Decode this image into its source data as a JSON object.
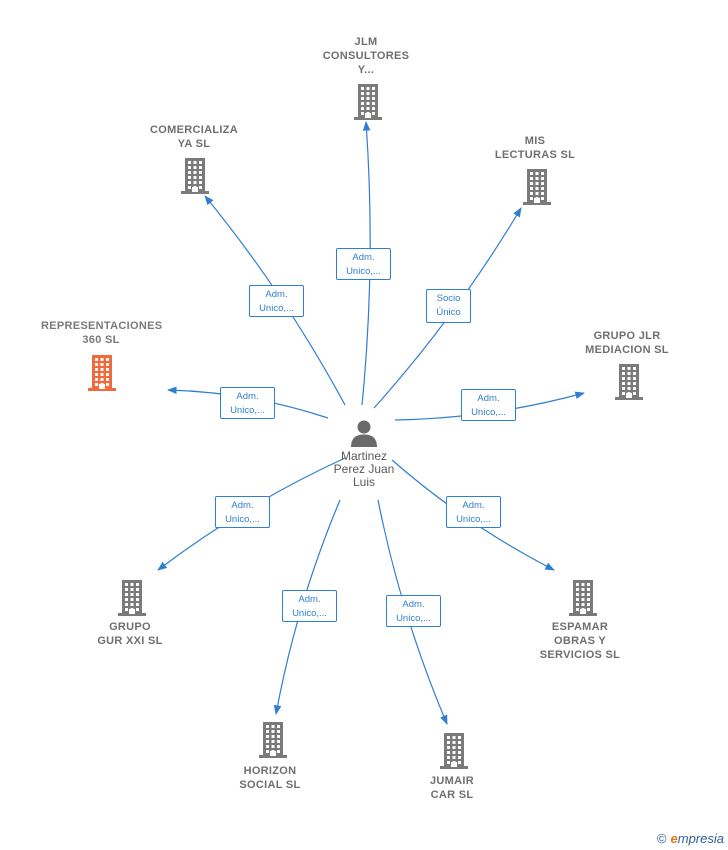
{
  "center": {
    "name": "Martinez\nPerez Juan\nLuis",
    "icon": "person-icon"
  },
  "colors": {
    "edge": "#2f7fd0",
    "building": "#7a7a7a",
    "highlight": "#f26a3a"
  },
  "companies": [
    {
      "id": "jlm",
      "name": "JLM\nCONSULTORES\nY...",
      "role": "Adm.\nUnico,..."
    },
    {
      "id": "comercializa",
      "name": "COMERCIALIZA\nYA SL",
      "role": "Adm.\nUnico,..."
    },
    {
      "id": "mis-lecturas",
      "name": "MIS\nLECTURAS SL",
      "role": "Socio\nÚnico"
    },
    {
      "id": "representaciones",
      "name": "REPRESENTACIONES\n360 SL",
      "role": "Adm.\nUnico,...",
      "highlight": true
    },
    {
      "id": "grupo-jlr",
      "name": "GRUPO JLR\nMEDIACION SL",
      "role": "Adm.\nUnico,..."
    },
    {
      "id": "grupo-gur",
      "name": "GRUPO\nGUR XXI SL",
      "role": "Adm.\nUnico,..."
    },
    {
      "id": "espamar",
      "name": "ESPAMAR\nOBRAS Y\nSERVICIOS SL",
      "role": "Adm.\nUnico,..."
    },
    {
      "id": "horizon",
      "name": "HORIZON\nSOCIAL SL",
      "role": "Adm.\nUnico,..."
    },
    {
      "id": "jumair",
      "name": "JUMAIR\nCAR SL",
      "role": "Adm.\nUnico,..."
    }
  ],
  "copyright": {
    "symbol": "©",
    "brand_initial": "e",
    "brand_rest": "mpresia"
  }
}
